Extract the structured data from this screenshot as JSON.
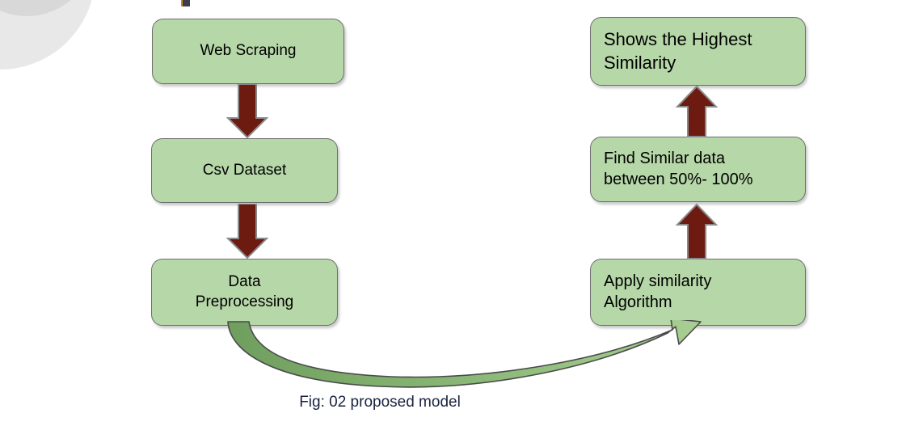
{
  "figure": {
    "caption": "Fig: 02 proposed model",
    "colors": {
      "node_fill": "#b6d7a8",
      "node_border": "#6e6e6e",
      "straight_arrow_fill": "#6d1a10",
      "straight_arrow_border": "#808080",
      "curved_arrow_fill_start": "#6f9e5e",
      "curved_arrow_fill_end": "#a8cf93",
      "curved_arrow_border": "#4a4a4a",
      "caption_text": "#1a2340",
      "background": "#ffffff"
    }
  },
  "nodes": {
    "web_scraping": {
      "label": "Web Scraping"
    },
    "csv_dataset": {
      "label": "Csv Dataset"
    },
    "data_preprocessing": {
      "label": "Data\nPreprocessing"
    },
    "shows_highest_similarity": {
      "label": "Shows the Highest\nSimilarity"
    },
    "find_similar_data": {
      "label": "Find Similar data\nbetween 50%- 100%"
    },
    "apply_similarity_algorithm": {
      "label": "Apply similarity\nAlgorithm"
    }
  },
  "edges": [
    {
      "id": "web-to-csv",
      "from": "web_scraping",
      "to": "csv_dataset",
      "direction": "down",
      "style": "block-arrow"
    },
    {
      "id": "csv-to-preprocessing",
      "from": "csv_dataset",
      "to": "data_preprocessing",
      "direction": "down",
      "style": "block-arrow"
    },
    {
      "id": "preprocessing-to-apply",
      "from": "data_preprocessing",
      "to": "apply_similarity_algorithm",
      "direction": "curve-right",
      "style": "curved-ribbon-arrow"
    },
    {
      "id": "apply-to-find",
      "from": "apply_similarity_algorithm",
      "to": "find_similar_data",
      "direction": "up",
      "style": "block-arrow"
    },
    {
      "id": "find-to-shows",
      "from": "find_similar_data",
      "to": "shows_highest_similarity",
      "direction": "up",
      "style": "block-arrow"
    }
  ]
}
